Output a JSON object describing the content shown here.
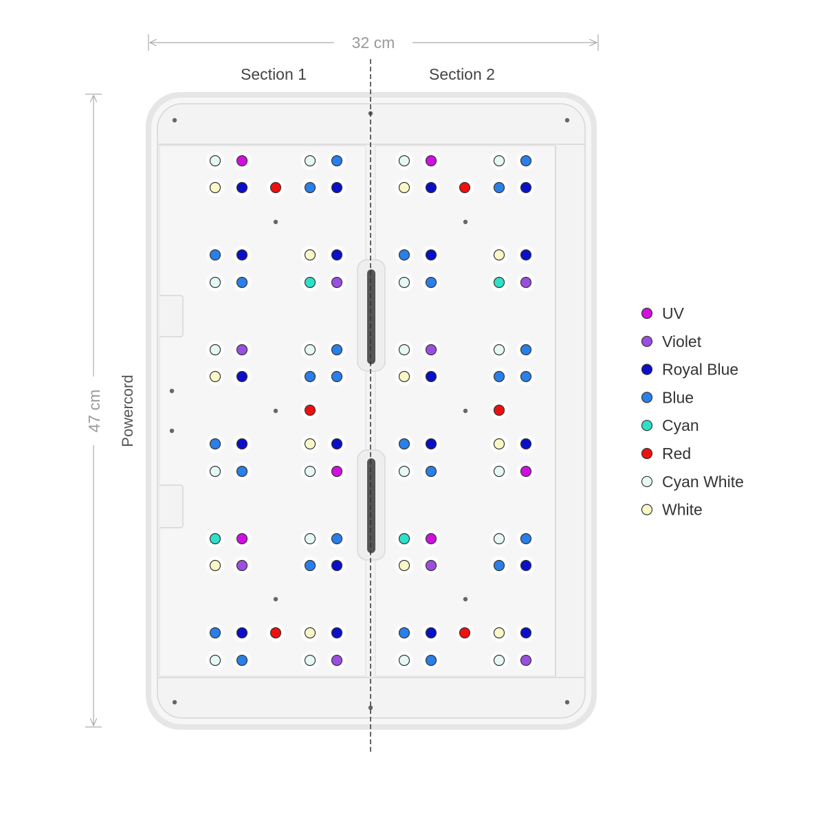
{
  "dimensions": {
    "width_label": "32 cm",
    "height_label": "47 cm"
  },
  "sections": [
    "Section 1",
    "Section 2"
  ],
  "powercord_label": "Powercord",
  "led_colors": {
    "UV": "#d010e0",
    "Violet": "#9b4fe0",
    "Royal Blue": "#0a10c8",
    "Blue": "#2a7fe8",
    "Cyan": "#2ee0c8",
    "Red": "#ee1010",
    "Cyan White": "#e6f8f6",
    "White": "#fbf8c8"
  },
  "legend": [
    "UV",
    "Violet",
    "Royal Blue",
    "Blue",
    "Cyan",
    "Red",
    "Cyan White",
    "White"
  ],
  "section_leds": [
    [
      "Cyan White",
      "UV",
      "Cyan White",
      "Blue"
    ],
    [
      "White",
      "Royal Blue",
      "Red",
      "Blue",
      "Royal Blue"
    ],
    [
      "Blue",
      "Royal Blue",
      "White",
      "Royal Blue"
    ],
    [
      "Cyan White",
      "Blue",
      "Cyan",
      "Violet"
    ],
    [
      "Cyan White",
      "Violet",
      "Cyan White",
      "Blue"
    ],
    [
      "White",
      "Royal Blue",
      "Blue",
      "Blue"
    ],
    [
      "Red"
    ],
    [
      "Blue",
      "Royal Blue",
      "White",
      "Royal Blue"
    ],
    [
      "Cyan White",
      "Blue",
      "Cyan White",
      "UV"
    ],
    [
      "Cyan",
      "UV",
      "Cyan White",
      "Blue"
    ],
    [
      "White",
      "Violet",
      "Blue",
      "Royal Blue"
    ],
    [
      "Blue",
      "Royal Blue",
      "Red",
      "White",
      "Royal Blue"
    ],
    [
      "Cyan White",
      "Blue",
      "Cyan White",
      "Violet"
    ]
  ]
}
